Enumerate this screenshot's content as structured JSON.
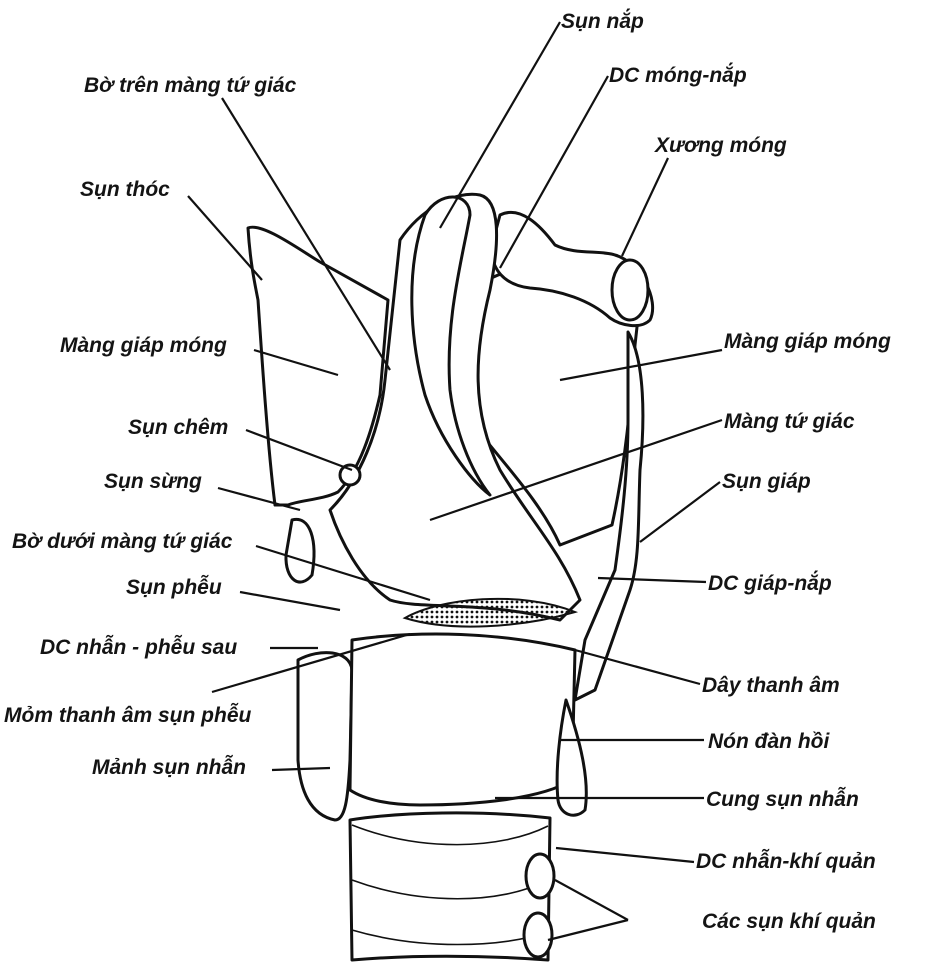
{
  "labels": {
    "sun_nap": "Sụn nắp",
    "bo_tren_mang_tu_giac": "Bờ trên màng tứ giác",
    "dc_mong_nap": "DC móng-nắp",
    "xuong_mong": "Xương móng",
    "sun_thoc": "Sụn thóc",
    "mang_giap_mong_left": "Màng giáp móng",
    "mang_giap_mong_right": "Màng giáp móng",
    "sun_chem": "Sụn chêm",
    "mang_tu_giac": "Màng tứ giác",
    "sun_sung": "Sụn sừng",
    "sun_giap": "Sụn giáp",
    "bo_duoi_mang_tu_giac": "Bờ dưới màng tứ giác",
    "dc_giap_nap": "DC giáp-nắp",
    "sun_pheu": "Sụn phễu",
    "dc_nhan_pheu_sau": "DC nhẫn - phễu sau",
    "day_thanh_am": "Dây thanh âm",
    "mom_thanh_am_sun_pheu": "Mỏm thanh âm sụn phễu",
    "non_dan_hoi": "Nón đàn hồi",
    "manh_sun_nhan": "Mảnh sụn nhẫn",
    "cung_sun_nhan": "Cung sụn nhẫn",
    "dc_nhan_khi_quan": "DC nhẫn-khí quản",
    "cac_sun_khi_quan": "Các sụn khí quản"
  }
}
